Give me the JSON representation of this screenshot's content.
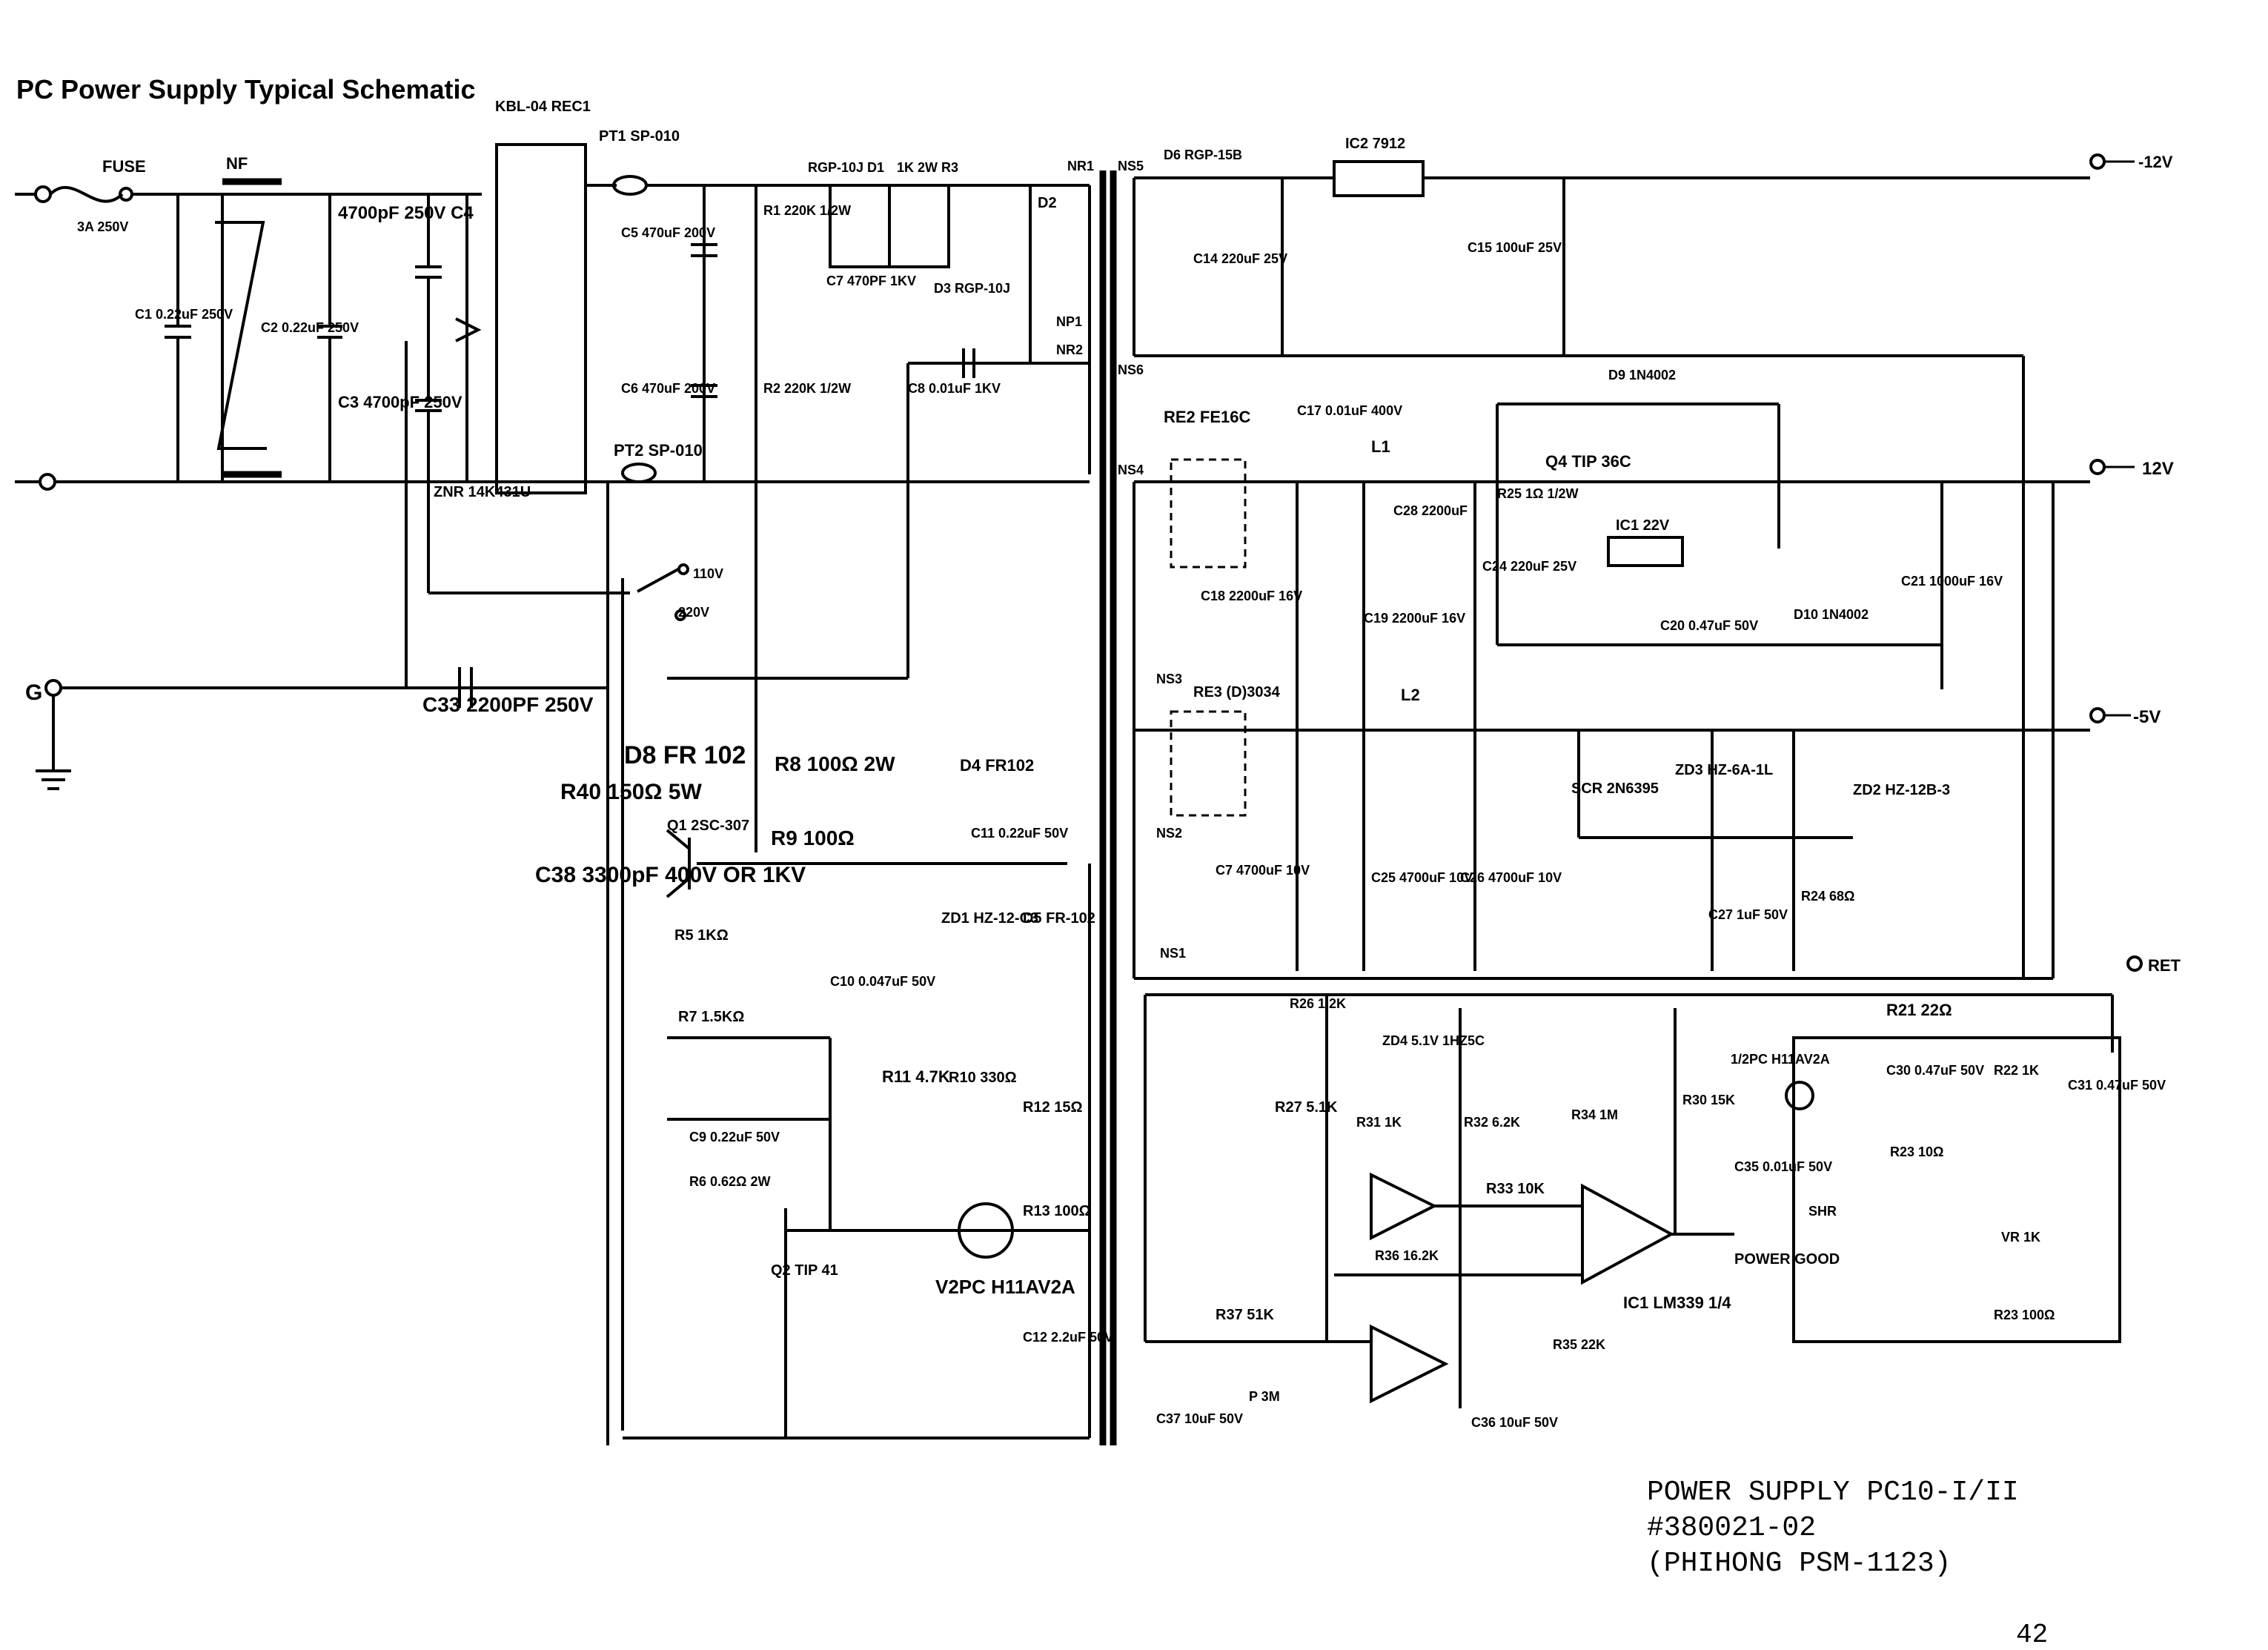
{
  "title": "PC Power Supply Typical Schematic",
  "footer": {
    "line1": "POWER SUPPLY PC10-I/II",
    "line2": "#380021-02",
    "line3": "(PHIHONG PSM-1123)"
  },
  "page_number": "42",
  "terminals": {
    "minus12v": "-12V",
    "plus12v": "12V",
    "minus5v": "-5V",
    "ret": "RET",
    "ground": "G"
  },
  "labels": {
    "fuse": "FUSE",
    "fuse_rating": "3A 250V",
    "nf": "NF",
    "rec1": "KBL-04 REC1",
    "pt1": "PT1 SP-010",
    "pt2": "PT2 SP-010",
    "c1": "C1 0.22uF 250V",
    "c2": "C2 0.22uF 250V",
    "c4": "4700pF 250V C4",
    "c3": "C3 4700pF 250V",
    "znr": "ZNR 14K431U",
    "c33": "C33 2200PF 250V",
    "sw_110": "110V",
    "sw_220": "220V",
    "c5": "C5 470uF 200V",
    "c6": "C6 470uF 200V",
    "r1": "R1 220K 1/2W",
    "r2": "R2 220K 1/2W",
    "d1": "RGP-10J D1",
    "r3": "1K 2W R3",
    "d2": "D2",
    "d3": "D3 RGP-10J",
    "c7": "C7 470PF 1KV",
    "c8": "C8 0.01uF 1KV",
    "d8": "D8 FR 102",
    "r40": "R40 150Ω 5W",
    "c38": "C38 3300pF 400V OR 1KV",
    "q1": "Q1 2SC-307",
    "r5": "R5 1KΩ",
    "r7": "R7 1.5KΩ",
    "r6": "R6 0.62Ω 2W",
    "c9": "C9 0.22uF 50V",
    "q2": "Q2 TIP 41",
    "r8": "R8 100Ω 2W",
    "r9": "R9 100Ω",
    "c10": "C10 0.047uF 50V",
    "r11": "R11 4.7K",
    "r10": "R10 330Ω",
    "r12": "R12 15Ω",
    "d4": "D4 FR102",
    "c11": "C11 0.22uF 50V",
    "zd1": "ZD1 HZ-12-C3",
    "d5": "D5 FR-102",
    "r13": "R13 100Ω",
    "pc1": "V2PC H11AV2A",
    "c12": "C12 2.2uF 50V",
    "ic2": "IC2 7912",
    "d6": "D6 RGP-15B",
    "c14": "C14 220uF 25V",
    "c15": "C15 100uF 25V",
    "re2": "RE2 FE16C",
    "c17": "C17 0.01uF 400V",
    "l1": "L1",
    "d9": "D9 1N4002",
    "q4": "Q4 TIP 36C",
    "ic1": "IC1 22V",
    "r25": "R25 1Ω 1/2W",
    "c24": "C24 220uF 25V",
    "c28": "C28 2200uF",
    "c18": "C18 2200uF 16V",
    "c19": "C19 2200uF 16V",
    "c21": "C21 1000uF 16V",
    "d10": "D10 1N4002",
    "c20": "C20 0.47uF 50V",
    "re3": "RE3 (D)3034",
    "l2": "L2",
    "scr": "SCR 2N6395",
    "zd3": "ZD3 HZ-6A-1L",
    "zd2": "ZD2 HZ-12B-3",
    "c7b": "C7 4700uF 10V",
    "c25": "C25 4700uF 10V",
    "c26": "C26 4700uF 10V",
    "c27": "C27 1uF 50V",
    "r24": "R24 68Ω",
    "r26": "R26 1.2K",
    "zd4": "ZD4 5.1V 1HZ5C",
    "r27": "R27 5.1K",
    "r31": "R31 1K",
    "r32": "R32 6.2K",
    "r34": "R34 1M",
    "r30": "R30 15K",
    "c35": "C35 0.01uF 50V",
    "r33": "R33 10K",
    "r36": "R36 16.2K",
    "r37": "R37 51K",
    "r35": "R35 22K",
    "ic1b": "IC1 LM339 1/4",
    "power_good": "POWER GOOD",
    "c37": "C37 10uF 50V",
    "c36": "C36 10uF 50V",
    "p": "P 3M",
    "pc2": "1/2PC H11AV2A",
    "r21": "R21 22Ω",
    "c30": "C30 0.47uF 50V",
    "r22": "R22 1K",
    "c31": "C31 0.47uF 50V",
    "r23": "R23 10Ω",
    "shr": "SHR",
    "vr": "VR 1K",
    "r23b": "R23 100Ω",
    "nr1": "NR1",
    "ns5": "NS5",
    "np1": "NP1",
    "nr2": "NR2",
    "ns6": "NS6",
    "ns4": "NS4",
    "ns3": "NS3",
    "ns2": "NS2",
    "ns1": "NS1"
  }
}
